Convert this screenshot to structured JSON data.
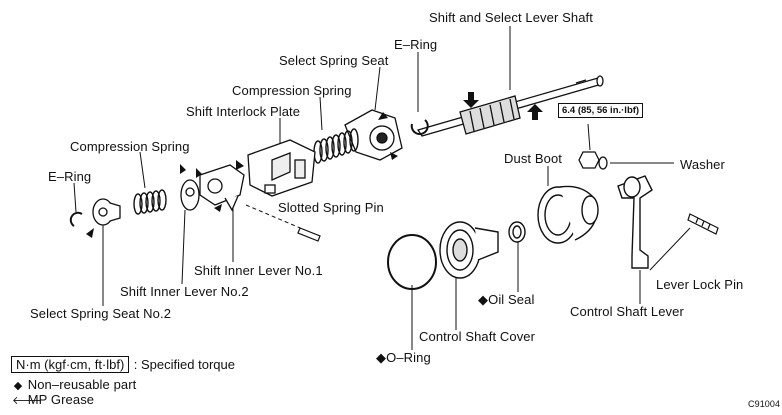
{
  "labels": {
    "shaft": "Shift and Select Lever Shaft",
    "e_ring_top": "E–Ring",
    "select_spring_seat": "Select Spring Seat",
    "compression_spring_top": "Compression Spring",
    "shift_interlock_plate": "Shift Interlock Plate",
    "compression_spring_left": "Compression Spring",
    "e_ring_left": "E–Ring",
    "slotted_spring_pin": "Slotted Spring Pin",
    "dust_boot": "Dust Boot",
    "washer": "Washer",
    "shift_inner_lever_1": "Shift Inner Lever No.1",
    "shift_inner_lever_2": "Shift Inner Lever No.2",
    "select_spring_seat_2": "Select Spring Seat No.2",
    "oil_seal": "Oil Seal",
    "lever_lock_pin": "Lever Lock Pin",
    "control_shaft_lever": "Control Shaft Lever",
    "control_shaft_cover": "Control Shaft Cover",
    "o_ring": "O–Ring"
  },
  "torque_value": "6.4 (85, 56 in.·lbf)",
  "legend": {
    "torque_unit": "N·m (kgf·cm, ft·lbf)",
    "torque_text": ": Specified torque",
    "non_reusable": "Non–reusable part",
    "mp_grease": "MP Grease"
  },
  "figure_id": "C91004",
  "icons": {
    "non_reusable": "diamond-icon",
    "grease": "arrow-left-icon"
  }
}
